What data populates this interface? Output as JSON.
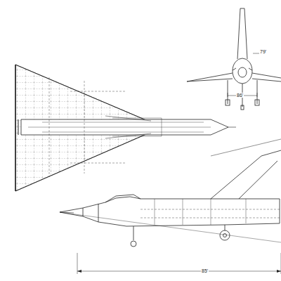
{
  "diagram": {
    "labels": [
      "79'",
      "86'",
      "85'"
    ]
  }
}
